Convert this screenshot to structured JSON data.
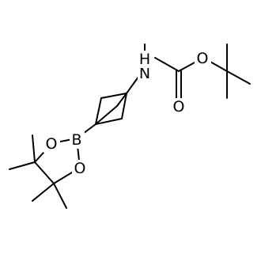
{
  "molecule": {
    "atoms": {
      "n1": "N",
      "h1": "H",
      "o_ether": "O",
      "o_carbonyl": "O",
      "b1": "B",
      "o_ring_upper": "O",
      "o_ring_lower": "O"
    }
  },
  "colors": {
    "bond": "#000000",
    "label": "#000000",
    "background": "#ffffff"
  }
}
